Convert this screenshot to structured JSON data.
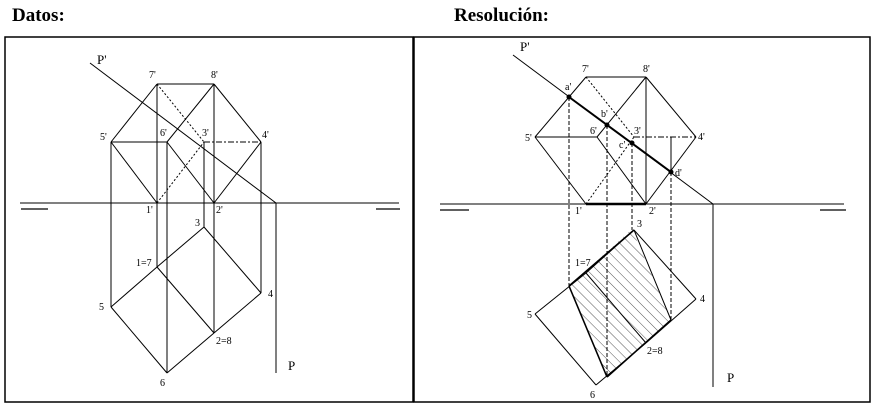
{
  "titles": {
    "data": "Datos:",
    "solution": "Resolución:"
  },
  "left_panel": {
    "plane_v": "P'",
    "plane_h": "P",
    "labels": {
      "p7v": "7'",
      "p8v": "8'",
      "p5v": "5'",
      "p6v": "6'",
      "p3v": "3'",
      "p4v": "4'",
      "p1v": "1'",
      "p2v": "2'",
      "p3": "3",
      "p17": "1=7",
      "p4": "4",
      "p5": "5",
      "p28": "2=8",
      "p6": "6"
    }
  },
  "right_panel": {
    "plane_v": "P'",
    "plane_h": "P",
    "labels": {
      "p7v": "7'",
      "p8v": "8'",
      "p5v": "5'",
      "p6v": "6'",
      "p3v": "3'",
      "p4v": "4'",
      "p1v": "1'",
      "p2v": "2'",
      "p3": "3",
      "p17": "1=7",
      "p4": "4",
      "p5": "5",
      "p28": "2=8",
      "p6": "6",
      "av": "a'",
      "bv": "b'",
      "cv": "c'",
      "dv": "d'"
    }
  }
}
